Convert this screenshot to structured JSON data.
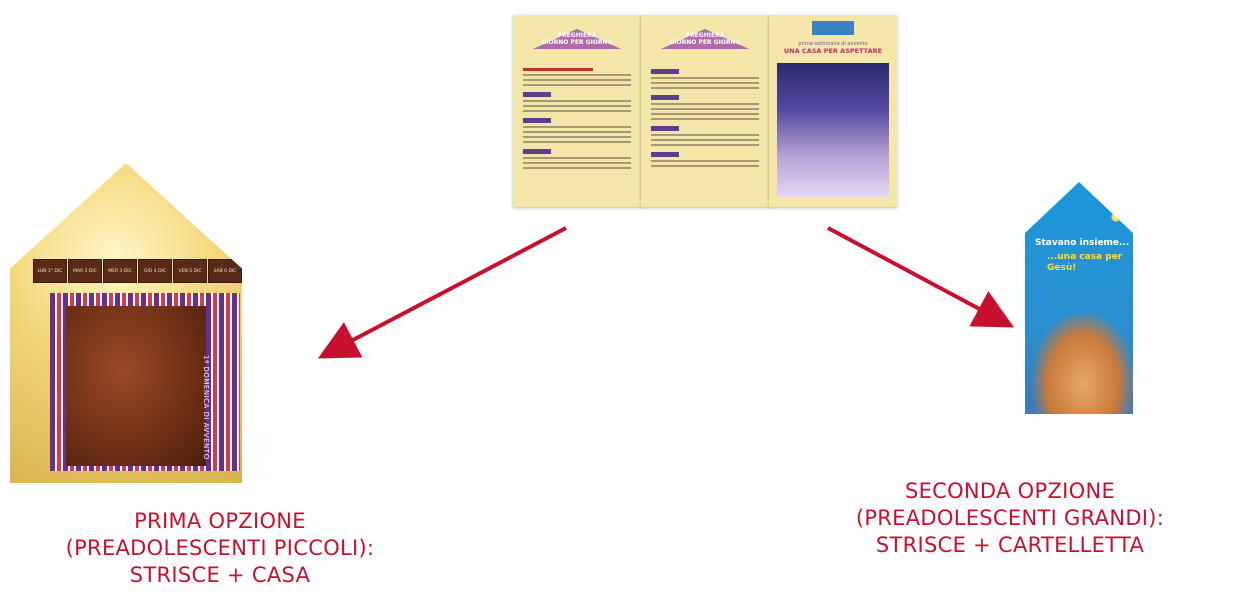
{
  "left_house": {
    "days": [
      "LUN 1° DIC",
      "MAR 2 DIC",
      "MER 3 DIC",
      "GIO 4 DIC",
      "VEN 5 DIC",
      "SAB 6 DIC"
    ],
    "door_label": "1ª DOMENICA DI AVVENTO"
  },
  "folder": {
    "panel1_title": "PREGHIERA\nGIORNO PER GIORNO",
    "panel2_title": "PREGHIERA\nGIORNO PER GIORNO",
    "cover_small": "prima settimana di avvento",
    "cover_title": "UNA CASA PER ASPETTARE"
  },
  "card": {
    "line1": "Stavano insieme...",
    "line2": "...una casa per Gesù!"
  },
  "captions": {
    "left": [
      "PRIMA OPZIONE",
      "(PREADOLESCENTI PICCOLI):",
      "STRISCE + CASA"
    ],
    "right": [
      "SECONDA OPZIONE",
      "(PREADOLESCENTI GRANDI):",
      "STRISCE + CARTELLETTA"
    ]
  },
  "colors": {
    "caption": "#c8102e",
    "arrow": "#c8102e"
  }
}
